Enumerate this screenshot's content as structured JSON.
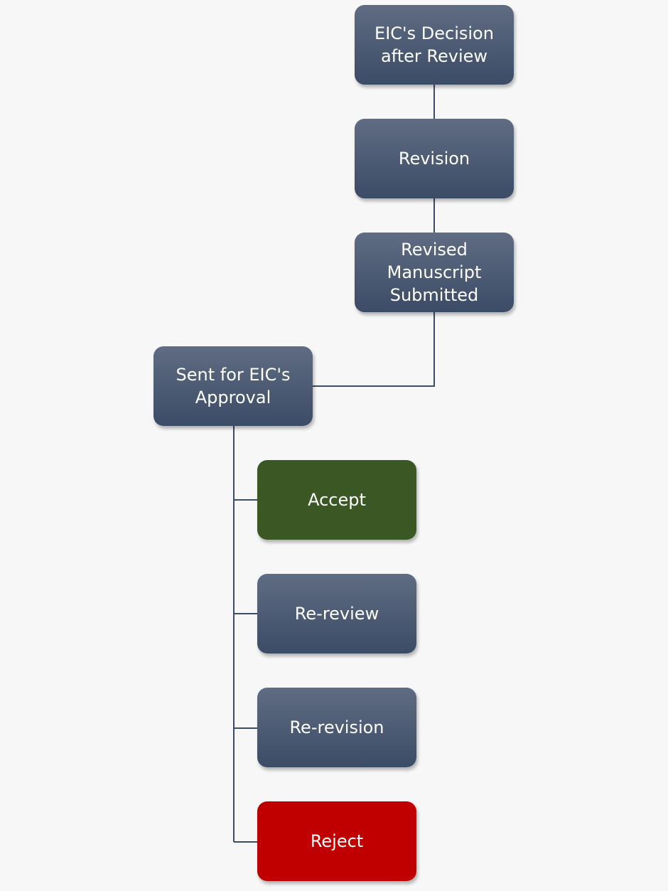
{
  "diagram": {
    "nodes": {
      "eic_decision": "EIC's Decision after Review",
      "revision": "Revision",
      "revised_manuscript": "Revised Manuscript Submitted",
      "sent_approval": "Sent for EIC's Approval",
      "accept": "Accept",
      "rereview": "Re-review",
      "rerevision": "Re-revision",
      "reject": "Reject"
    },
    "colors": {
      "node_default": "#3c4b66",
      "node_accept": "#3b5724",
      "node_reject": "#c00000",
      "connector": "#3c4b66",
      "background": "#f7f7f7"
    }
  }
}
